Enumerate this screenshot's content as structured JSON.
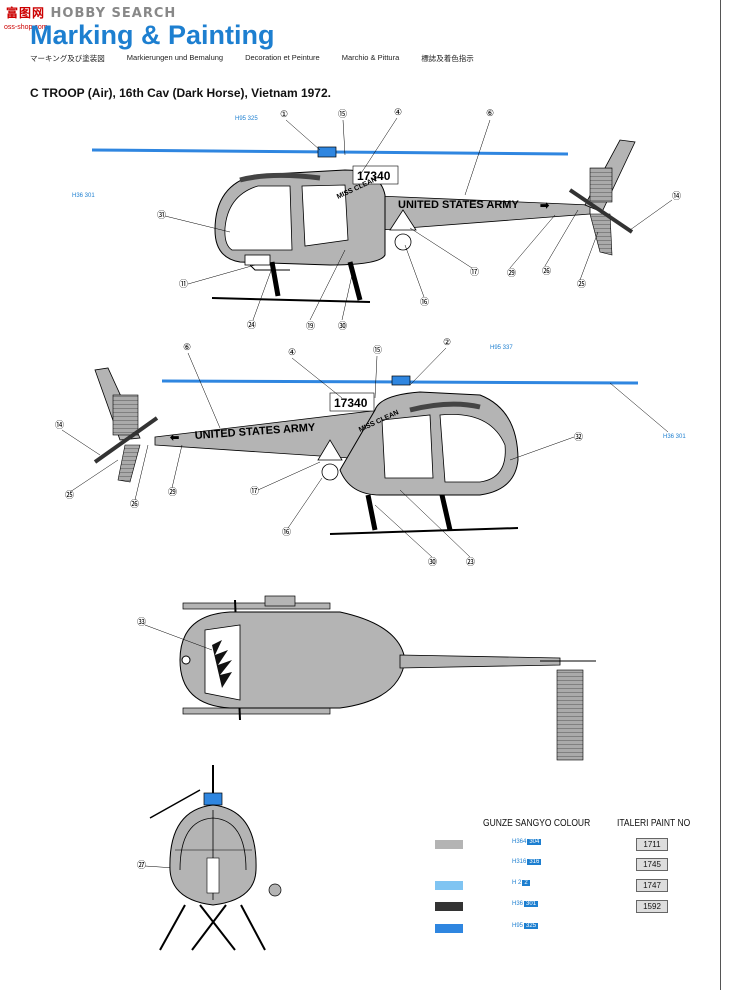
{
  "watermark": {
    "cn": "富图网",
    "en": "HOBBY SEARCH",
    "url": "oss-shop.com"
  },
  "title": "Marking & Painting",
  "subtitles": [
    "マーキング及び塗装図",
    "Markierungen und Bemalung",
    "Decoration et Peinture",
    "Marchio & Pittura",
    "標誌及着色指示"
  ],
  "troop_label": "C TROOP (Air), 16th Cav (Dark Horse), Vietnam 1972.",
  "side_views": {
    "army_text": "UNITED STATES ARMY",
    "serial": "17340",
    "nose_art": "MISS CLEAN"
  },
  "callouts_top": [
    "①",
    "⑮",
    "④",
    "⑥",
    "㉛",
    "⑪",
    "㉔",
    "⑲",
    "㉚",
    "⑯",
    "⑰",
    "㉙",
    "㉖",
    "㉕",
    "⑭"
  ],
  "callouts_mid": [
    "⑥",
    "④",
    "⑮",
    "②",
    "⑭",
    "㉕",
    "㉖",
    "㉙",
    "⑰",
    "⑯",
    "㉚",
    "㉓",
    "㉜"
  ],
  "callouts_lower": [
    "㉝",
    "㉗"
  ],
  "paint_codes_top": [
    "H95 325",
    "H36 301"
  ],
  "paint_codes_mid": [
    "H95 337",
    "H36 301"
  ],
  "legend": {
    "gunze_header": "GUNZE SANGYO COLOUR",
    "italeri_header": "ITALERI PAINT NO",
    "rows": [
      {
        "color": "#b4b4b4",
        "gunze_prefix": "H364",
        "gunze_box": "304",
        "italeri": "1711"
      },
      {
        "color": "#ffffff",
        "gunze_prefix": "H316",
        "gunze_box": "316",
        "italeri": "1745"
      },
      {
        "color": "#7fc4f2",
        "gunze_prefix": "H 2",
        "gunze_box": "2",
        "italeri": "1747"
      },
      {
        "color": "#333333",
        "gunze_prefix": "H36",
        "gunze_box": "301",
        "italeri": "1592"
      },
      {
        "color": "#2f86e0",
        "gunze_prefix": "H95",
        "gunze_box": "325",
        "italeri": ""
      }
    ]
  }
}
